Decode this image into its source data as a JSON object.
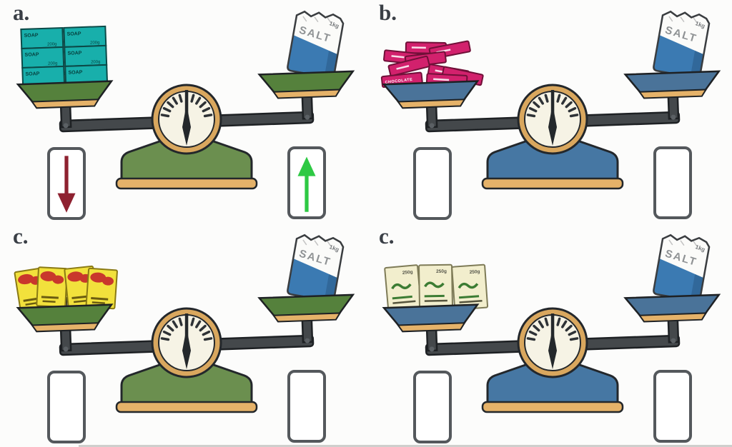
{
  "worksheet": {
    "description": "four balance scales comparing goods against a salt bag, with answer boxes",
    "bottom_edge_line": true
  },
  "salt_bag": {
    "title": "SALT",
    "weight": "1kg"
  },
  "scenes": [
    {
      "label": "a.",
      "variant": "green",
      "goods_type": "soap-bars",
      "goods_name": "SOAP",
      "goods_weight": "200g",
      "left_answer": "down-arrow-red",
      "right_answer": "up-arrow-green"
    },
    {
      "label": "b.",
      "variant": "blue",
      "goods_type": "chocolate-bars",
      "goods_name": "CHOCOLATE",
      "left_answer": "",
      "right_answer": ""
    },
    {
      "label": "c.",
      "variant": "green",
      "goods_type": "yellow-packets",
      "left_answer": "",
      "right_answer": ""
    },
    {
      "label": "c.",
      "variant": "blue",
      "goods_type": "pea-packets",
      "goods_weight": "250g",
      "left_answer": "",
      "right_answer": ""
    }
  ],
  "colors": {
    "background": "#fcfcfb",
    "green_body": "#6b8f4f",
    "green_pan": "#55813c",
    "blue_body": "#4677a3",
    "blue_pan": "#4a7399",
    "gold_trim": "#e5b269",
    "dial_face": "#f6f3e5",
    "beam_gray": "#44484b",
    "soap_teal": "#18afab",
    "chocolate_magenta": "#d2216d",
    "packet_yellow": "#f2e13c",
    "packet_cream": "#f2eecd",
    "salt_blue": "#3b7ab2",
    "arrow_red": "#8e2130",
    "arrow_green": "#2ec944",
    "box_border": "#54585c"
  }
}
